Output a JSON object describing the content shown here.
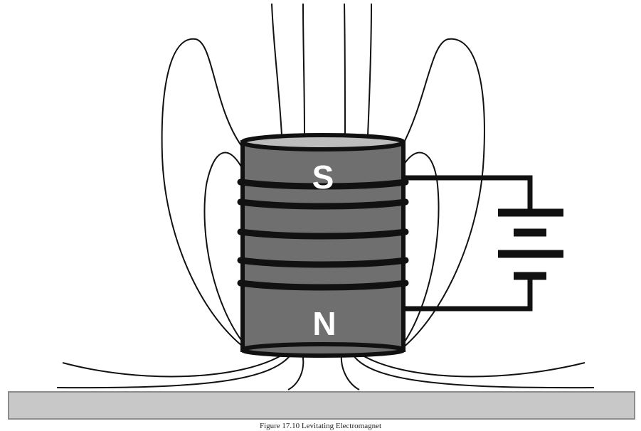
{
  "diagram": {
    "pole_top": "S",
    "pole_bottom": "N",
    "caption": "Figure 17.10 Levitating Electromagnet",
    "colors": {
      "core_fill": "#6f6f6f",
      "core_top": "#bdbdbd",
      "outline": "#111111",
      "field_line": "#111111",
      "rail_fill": "#c8c8c8",
      "rail_edge": "#8c8c8c"
    }
  }
}
